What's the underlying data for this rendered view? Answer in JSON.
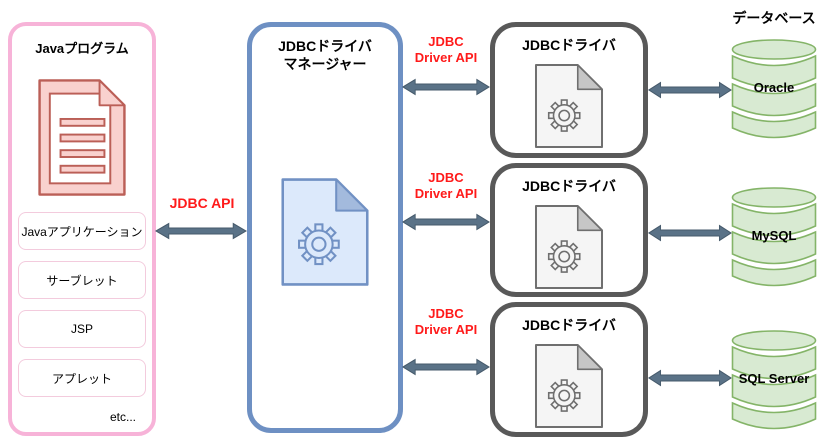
{
  "colors": {
    "pink_border": "#f7b3d8",
    "pink_item_border": "#f3cbdd",
    "red_doc_fill": "#f9d1ce",
    "red_doc_stroke": "#bb5f57",
    "blue_border": "#6e90c3",
    "blue_doc_fill": "#dce9fb",
    "blue_doc_stroke": "#7191c4",
    "blue_doc_fold": "#a3badd",
    "gray_border": "#595959",
    "gray_doc_fill": "#f5f5f5",
    "gray_doc_stroke": "#6f6f6f",
    "gray_doc_fold": "#c6c6c6",
    "db_fill": "#d8ead2",
    "db_stroke": "#84b468",
    "arrow": "#5a7287",
    "arrow_stroke": "#465a6b",
    "label_red": "#ff1a1a"
  },
  "java_program": {
    "title": "Javaプログラム",
    "items": [
      {
        "label": "Javaアプリケーション"
      },
      {
        "label": "サーブレット"
      },
      {
        "label": "JSP"
      },
      {
        "label": "アプレット"
      }
    ],
    "etc_label": "etc..."
  },
  "driver_manager": {
    "title_line1": "JDBCドライバ",
    "title_line2": "マネージャー"
  },
  "labels": {
    "jdbc_api": "JDBC API",
    "driver_api_line1": "JDBC",
    "driver_api_line2": "Driver API"
  },
  "drivers": [
    {
      "title": "JDBCドライバ"
    },
    {
      "title": "JDBCドライバ"
    },
    {
      "title": "JDBCドライバ"
    }
  ],
  "databases": {
    "heading": "データベース",
    "items": [
      {
        "name": "Oracle"
      },
      {
        "name": "MySQL"
      },
      {
        "name": "SQL Server"
      }
    ]
  }
}
